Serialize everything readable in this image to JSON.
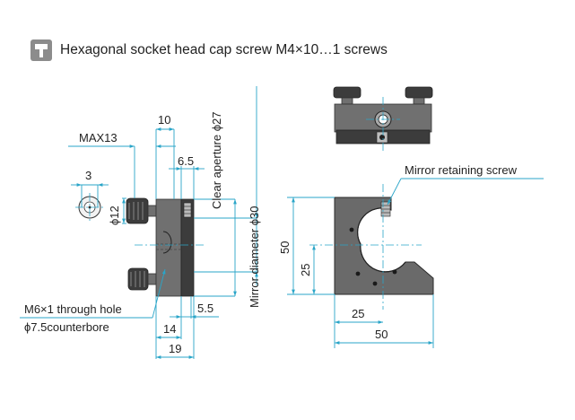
{
  "header": {
    "icon": "hex-screw-icon",
    "text": "Hexagonal socket head cap screw M4×10…1 screws"
  },
  "labels": {
    "max13": "MAX13",
    "d10": "10",
    "d3": "3",
    "d6_5": "6.5",
    "dia12": "ϕ12",
    "clear_aperture": "Clear aperture ϕ27",
    "mirror_diameter": "Mirror diameter ϕ30",
    "m6_line1": "M6×1 through hole",
    "m6_line2": "ϕ7.5counterbore",
    "d5_5": "5.5",
    "d14": "14",
    "d19": "19",
    "mirror_retaining_screw": "Mirror retaining screw",
    "front_50_h": "50",
    "front_25_h": "25",
    "front_25_w": "25",
    "front_50_w": "50"
  },
  "colors": {
    "dimension_line": "#2aa5c8",
    "part_dark": "#3c3c3c",
    "part_mid": "#707070",
    "icon_bg": "#8c8c8c"
  }
}
